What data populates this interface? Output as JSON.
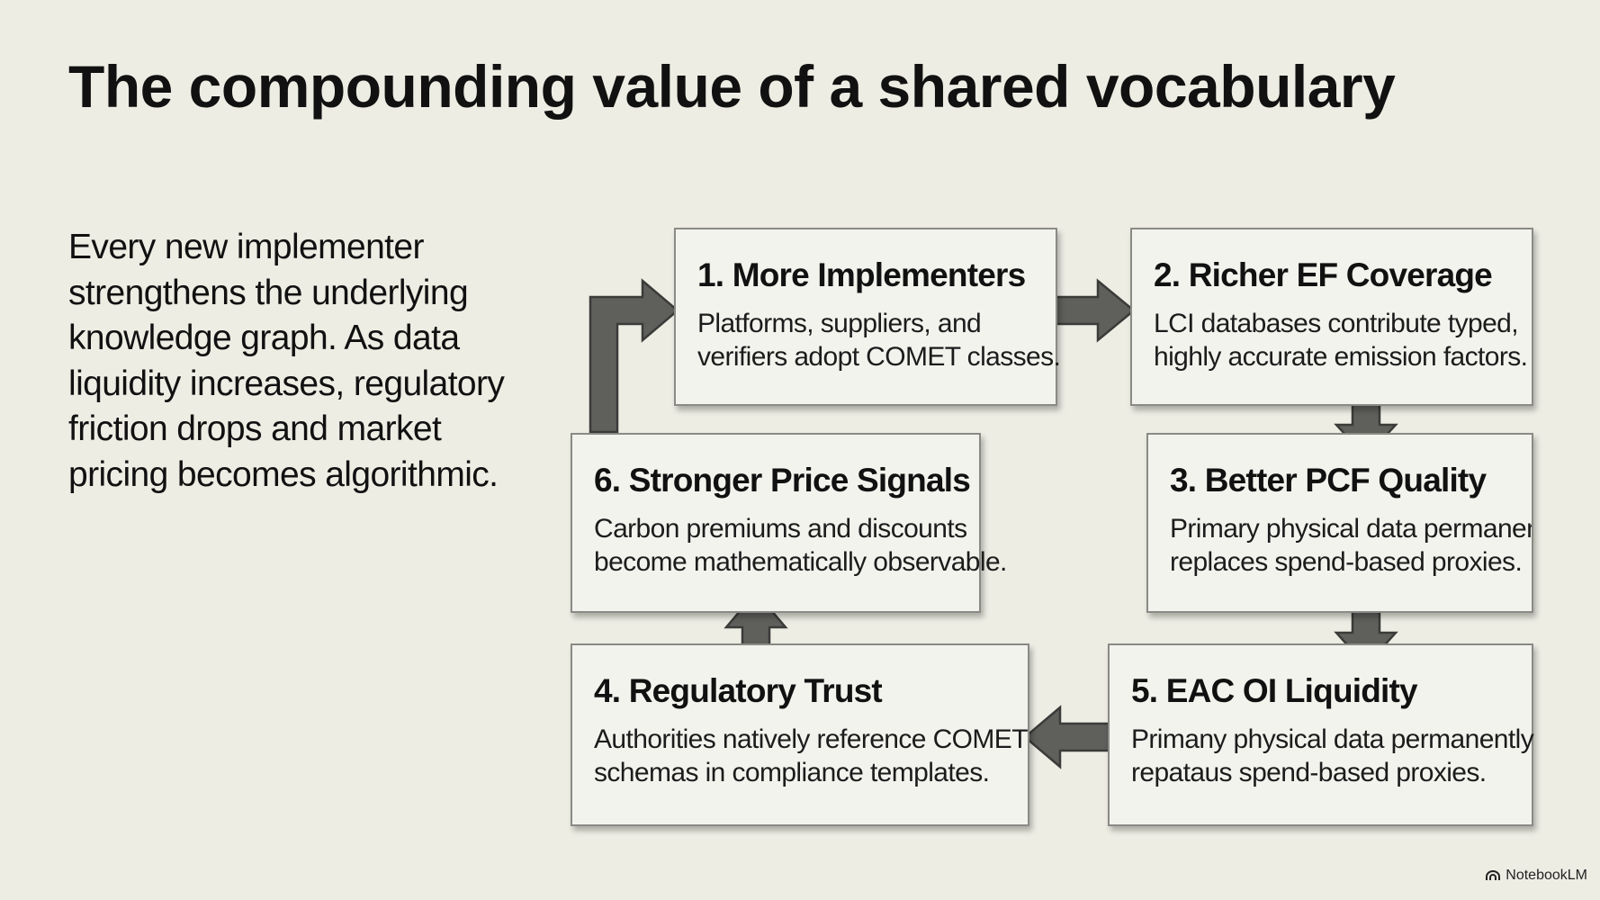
{
  "title": "The compounding value of a shared vocabulary",
  "intro": "Every new implementer strengthens the underlying knowledge graph. As data liquidity increases, regulatory friction drops and market pricing becomes algorithmic.",
  "steps": [
    {
      "heading": "1. More Implementers",
      "line1": "Platforms, suppliers, and",
      "line2": "verifiers adopt COMET classes."
    },
    {
      "heading": "2. Richer EF Coverage",
      "line1": "LCI databases contribute typed,",
      "line2": "highly accurate emission factors."
    },
    {
      "heading": "3. Better PCF Quality",
      "line1": "Primary physical data permanently",
      "line2": "replaces spend-based proxies."
    },
    {
      "heading": "4. Regulatory Trust",
      "line1": "Authorities natively reference COMET",
      "line2": "schemas in compliance templates."
    },
    {
      "heading": "5. EAC OI Liquidity",
      "line1": "Primany physical data  permanently",
      "line2": "repataus spend-based proxies."
    },
    {
      "heading": "6. Stronger Price Signals",
      "line1": "Carbon premiums and discounts",
      "line2": "become mathematically observable."
    }
  ],
  "brand": "NotebookLM"
}
